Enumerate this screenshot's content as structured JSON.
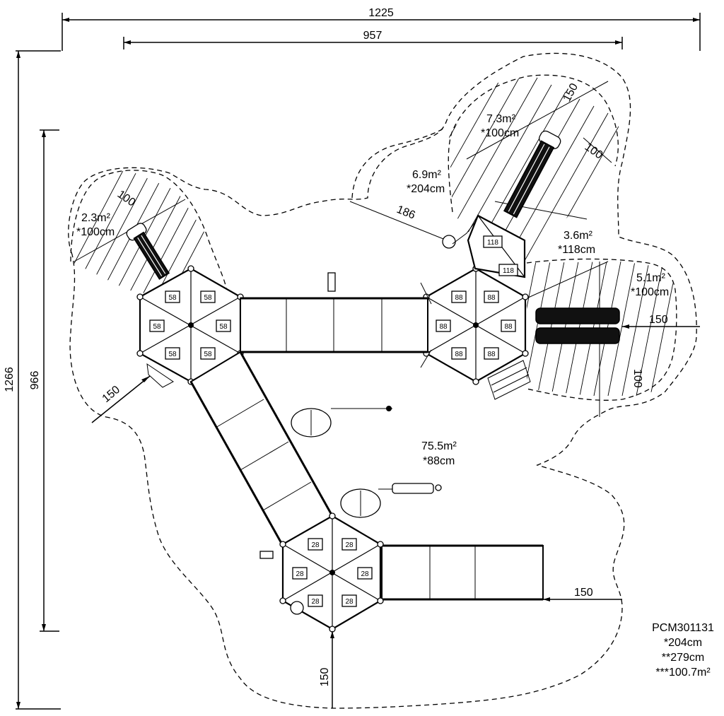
{
  "dimensions": {
    "overall_width": "1225",
    "inner_width": "957",
    "overall_height": "1266",
    "inner_height": "966",
    "clearance_left": "150",
    "clearance_bottom": "150",
    "clearance_right_bottom": "150",
    "clearance_right_mid": "150",
    "slide_top_right_150": "150",
    "slide_top_right_100": "100",
    "slide_right_100": "100",
    "slide_left_100": "100",
    "radius_186": "186"
  },
  "zones": {
    "left_slide": {
      "area": "2.3m²",
      "height": "*100cm"
    },
    "top_slide": {
      "area": "7.3m²",
      "height": "*100cm"
    },
    "tower_top": {
      "area": "6.9m²",
      "height": "*204cm"
    },
    "ramp_zone": {
      "area": "3.6m²",
      "height": "*118cm"
    },
    "right_slide": {
      "area": "5.1m²",
      "height": "*100cm"
    },
    "main": {
      "area": "75.5m²",
      "height": "*88cm"
    }
  },
  "deck_labels": {
    "left": "58",
    "right": "88",
    "bottom": "28",
    "top_small": "118"
  },
  "model": {
    "code": "PCM301131",
    "height_1": "*204cm",
    "height_2": "**279cm",
    "area": "***100.7m²"
  }
}
